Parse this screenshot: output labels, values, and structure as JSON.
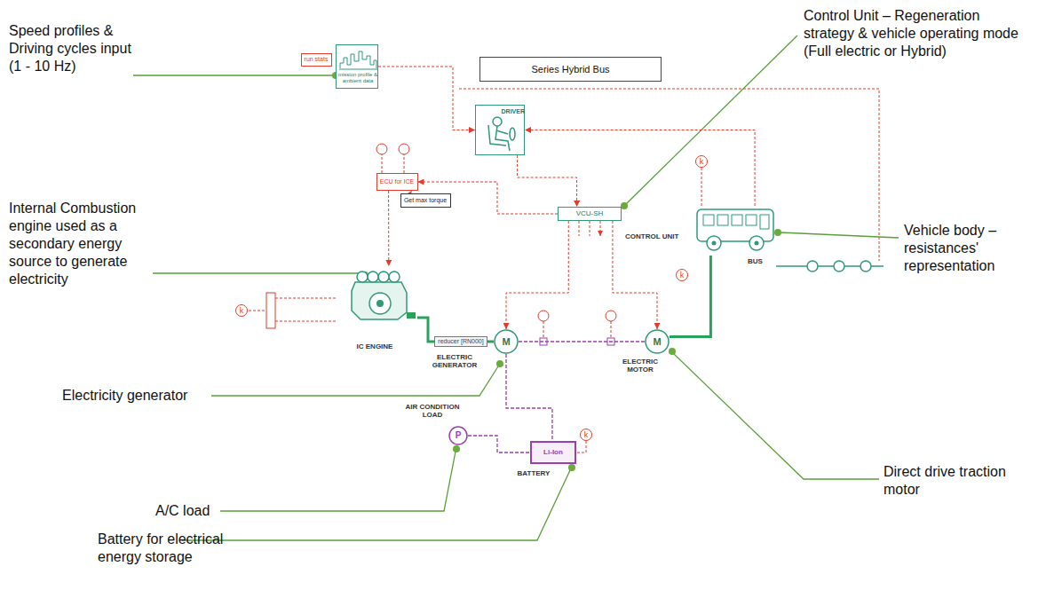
{
  "diagram": {
    "title": "Series Hybrid Bus",
    "nodes": [
      {
        "text": [
          "run stats"
        ]
      },
      {
        "text": [
          "mission profile & ambient data"
        ]
      },
      {
        "text": [
          "DRIVER"
        ]
      },
      {
        "text": [
          "ECU for ICE"
        ]
      },
      {
        "text": [
          "Get max torque"
        ]
      },
      {
        "text": [
          "VCU-SH",
          "CONTROL UNIT"
        ]
      },
      {
        "text": [
          "BUS"
        ]
      },
      {
        "text": [
          "IC ENGINE"
        ]
      },
      {
        "text": [
          "reducer [RN000]"
        ]
      },
      {
        "text": [
          "M",
          "ELECTRIC GENERATOR"
        ]
      },
      {
        "text": [
          "M",
          "ELECTRIC MOTOR"
        ]
      },
      {
        "text": [
          "P",
          "AIR CONDITION LOAD"
        ]
      },
      {
        "text": [
          "Li-Ion",
          "BATTERY"
        ]
      }
    ],
    "edges": [
      {
        "from": 1,
        "to": 2,
        "arrow": "to"
      },
      {
        "from": 2,
        "to": 5,
        "arrow": "to"
      },
      {
        "from": 5,
        "to": 3,
        "arrow": "to"
      },
      {
        "from": 4,
        "to": 3,
        "arrow": "to"
      },
      {
        "from": 3,
        "to": 7,
        "arrow": "to"
      },
      {
        "from": 7,
        "to": 8,
        "arrow": "none"
      },
      {
        "from": 8,
        "to": 9,
        "arrow": "none"
      },
      {
        "from": 9,
        "to": 10,
        "arrow": "none"
      },
      {
        "from": 9,
        "to": 12,
        "arrow": "none"
      },
      {
        "from": 11,
        "to": 12,
        "arrow": "none"
      },
      {
        "from": 5,
        "to": 9,
        "arrow": "to"
      },
      {
        "from": 5,
        "to": 10,
        "arrow": "to"
      },
      {
        "from": 10,
        "to": 6,
        "arrow": "none"
      },
      {
        "from": 6,
        "to": 2,
        "arrow": "to"
      }
    ],
    "labels": [
      "Speed profiles & Driving cycles input (1 - 10 Hz)",
      "Internal Combustion engine used as a secondary energy source to generate electricity",
      "Electricity generator",
      "A/C load",
      "Battery for electrical energy storage",
      "Control Unit – Regeneration strategy & vehicle operating mode (Full electric or Hybrid)",
      "Vehicle body – resistances' representation",
      "Direct drive traction motor",
      "k",
      "k",
      "k",
      "k"
    ]
  }
}
